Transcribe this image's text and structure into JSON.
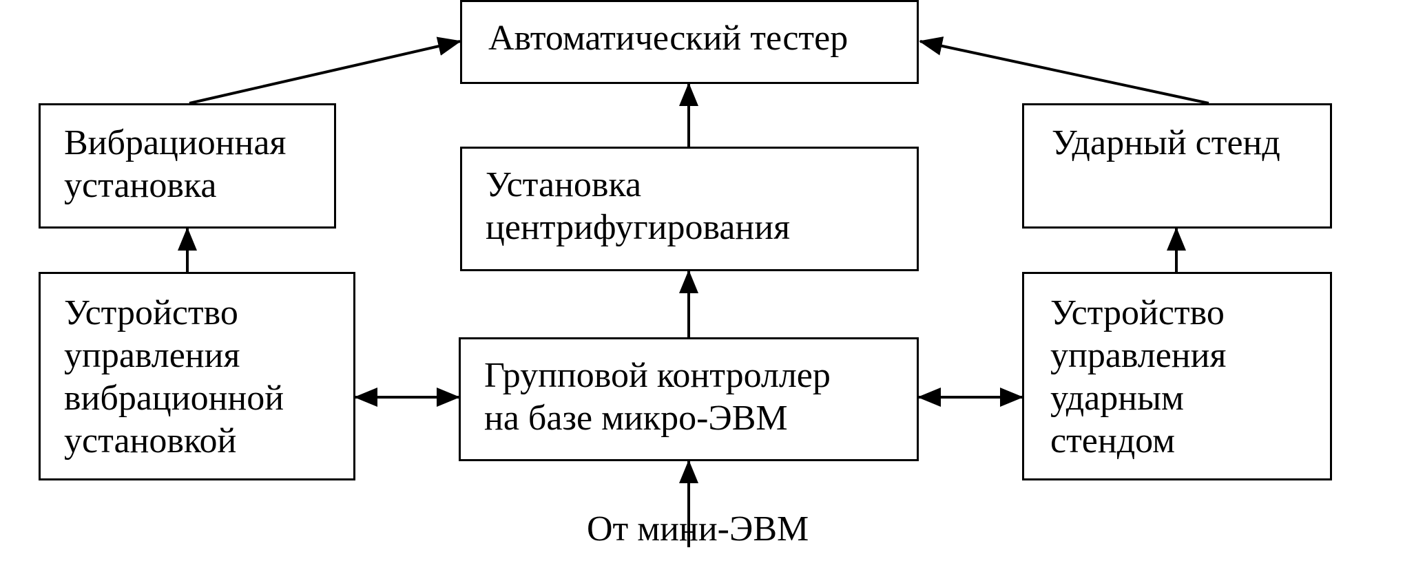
{
  "colors": {
    "stroke": "#000000",
    "background": "#ffffff"
  },
  "blocks": {
    "tester": {
      "lines": [
        "Автоматический тестер"
      ]
    },
    "vibration_unit": {
      "lines": [
        "Вибрационная",
        "установка"
      ]
    },
    "centrifuge": {
      "lines": [
        "Установка",
        "центрифугирования"
      ]
    },
    "shock_stand": {
      "lines": [
        "Ударный стенд"
      ]
    },
    "vibration_control": {
      "lines": [
        "Устройство",
        "управления",
        "вибрационной",
        "установкой"
      ]
    },
    "group_controller": {
      "lines": [
        "Групповой контроллер",
        "на базе микро-ЭВМ"
      ]
    },
    "shock_control": {
      "lines": [
        "Устройство",
        "управления",
        "ударным",
        "стендом"
      ]
    }
  },
  "input_label": "От мини-ЭВМ"
}
